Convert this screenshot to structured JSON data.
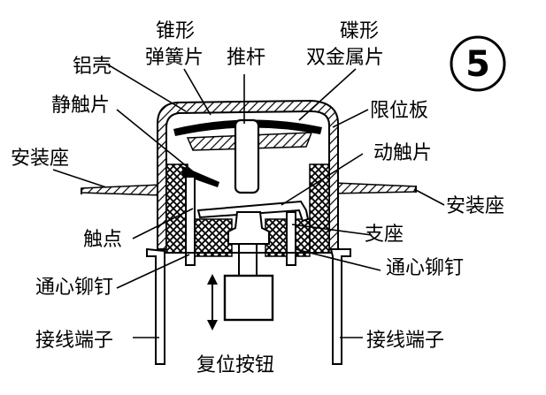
{
  "figure_number": "5",
  "labels": {
    "aluminum_shell": "铝壳",
    "cone_spring_line1": "锥形",
    "cone_spring_line2": "弹簧片",
    "push_rod": "推杆",
    "bimetal_disc_line1": "碟形",
    "bimetal_disc_line2": "双金属片",
    "static_contact": "静触片",
    "mounting_seat_left": "安装座",
    "limit_plate": "限位板",
    "moving_contact": "动触片",
    "mounting_seat_right": "安装座",
    "contact_point": "触点",
    "support": "支座",
    "rivet_left": "通心铆钉",
    "rivet_right": "通心铆钉",
    "terminal_left": "接线端子",
    "terminal_right": "接线端子",
    "reset_button": "复位按钮"
  },
  "colors": {
    "ink": "#000000",
    "background": "#ffffff"
  }
}
